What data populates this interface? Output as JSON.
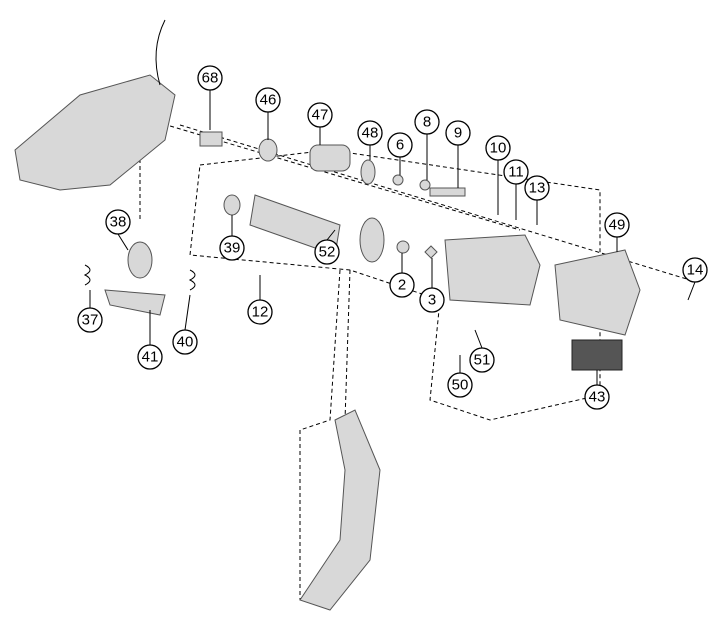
{
  "diagram": {
    "callouts": [
      {
        "label": "68"
      },
      {
        "label": "46"
      },
      {
        "label": "47"
      },
      {
        "label": "48"
      },
      {
        "label": "6"
      },
      {
        "label": "8"
      },
      {
        "label": "9"
      },
      {
        "label": "10"
      },
      {
        "label": "11"
      },
      {
        "label": "13"
      },
      {
        "label": "49"
      },
      {
        "label": "14"
      },
      {
        "label": "38"
      },
      {
        "label": "39"
      },
      {
        "label": "52"
      },
      {
        "label": "2"
      },
      {
        "label": "3"
      },
      {
        "label": "12"
      },
      {
        "label": "37"
      },
      {
        "label": "40"
      },
      {
        "label": "41"
      },
      {
        "label": "51"
      },
      {
        "label": "50"
      },
      {
        "label": "43"
      }
    ]
  }
}
